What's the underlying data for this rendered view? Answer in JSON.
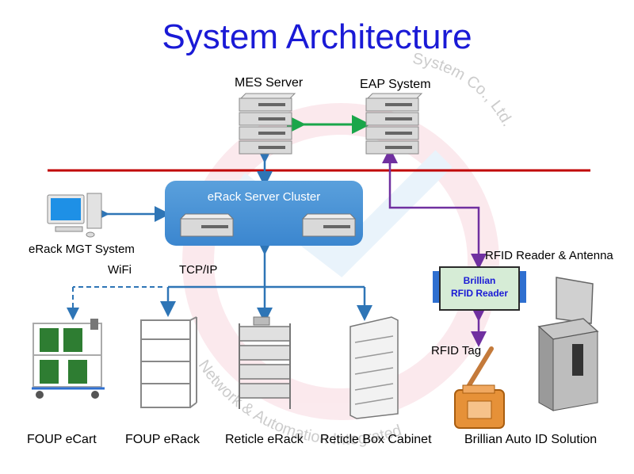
{
  "title": "System Architecture",
  "nodes": {
    "mes_server": "MES Server",
    "eap_system": "EAP System",
    "erack_server_cluster": "eRack Server Cluster",
    "erack_mgt_system": "eRack MGT System",
    "rfid_reader_antenna": "RFID Reader & Antenna",
    "rfid_reader_box_line1": "Brillian",
    "rfid_reader_box_line2": "RFID Reader",
    "rfid_tag": "RFID Tag"
  },
  "links": {
    "wifi": "WiFi",
    "tcpip": "TCP/IP"
  },
  "devices": {
    "foup_ecart": "FOUP eCart",
    "foup_erack": "FOUP eRack",
    "reticle_erack": "Reticle eRack",
    "reticle_box_cabinet": "Reticle Box Cabinet",
    "auto_id_solution": "Brillian Auto ID Solution"
  },
  "watermark": {
    "arc_text_1": "System Co., Ltd.",
    "arc_text_2": "Network & Automation Integrated"
  },
  "colors": {
    "title": "#1a1ad6",
    "network_line": "#c00000",
    "blue_arrow": "#2e75b6",
    "green_arrow": "#1aa64a",
    "purple_arrow": "#7030a0",
    "cluster_fill": "#3b86cf"
  }
}
